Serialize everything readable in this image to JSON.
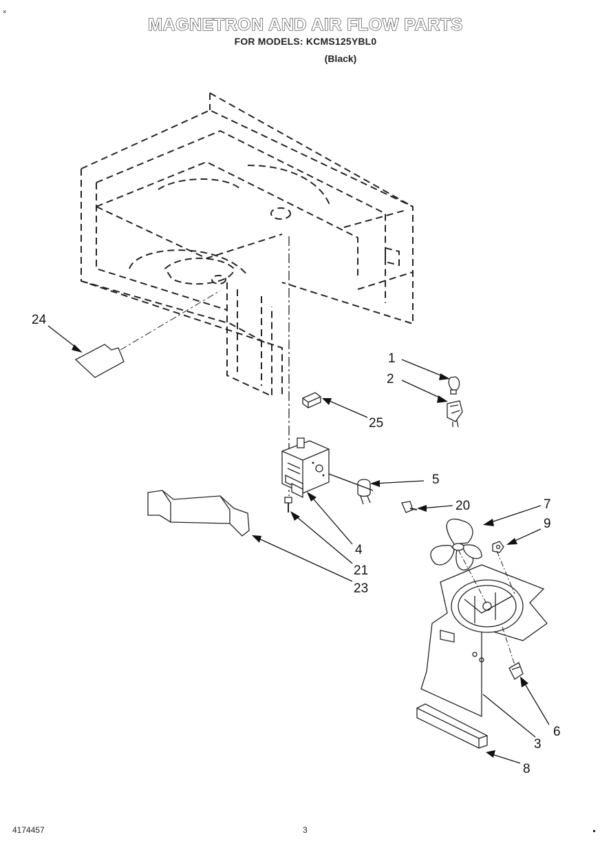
{
  "header": {
    "title": "MAGNETRON AND AIR FLOW PARTS",
    "models_line": "FOR MODELS: KCMS125YBL0",
    "color_note": "(Black)"
  },
  "footer": {
    "doc_number": "4174457",
    "page_number": "3"
  },
  "callouts": {
    "c1": "1",
    "c2": "2",
    "c3": "3",
    "c4": "4",
    "c5": "5",
    "c6": "6",
    "c7": "7",
    "c8": "8",
    "c9": "9",
    "c20": "20",
    "c21": "21",
    "c23": "23",
    "c24": "24",
    "c25": "25"
  }
}
